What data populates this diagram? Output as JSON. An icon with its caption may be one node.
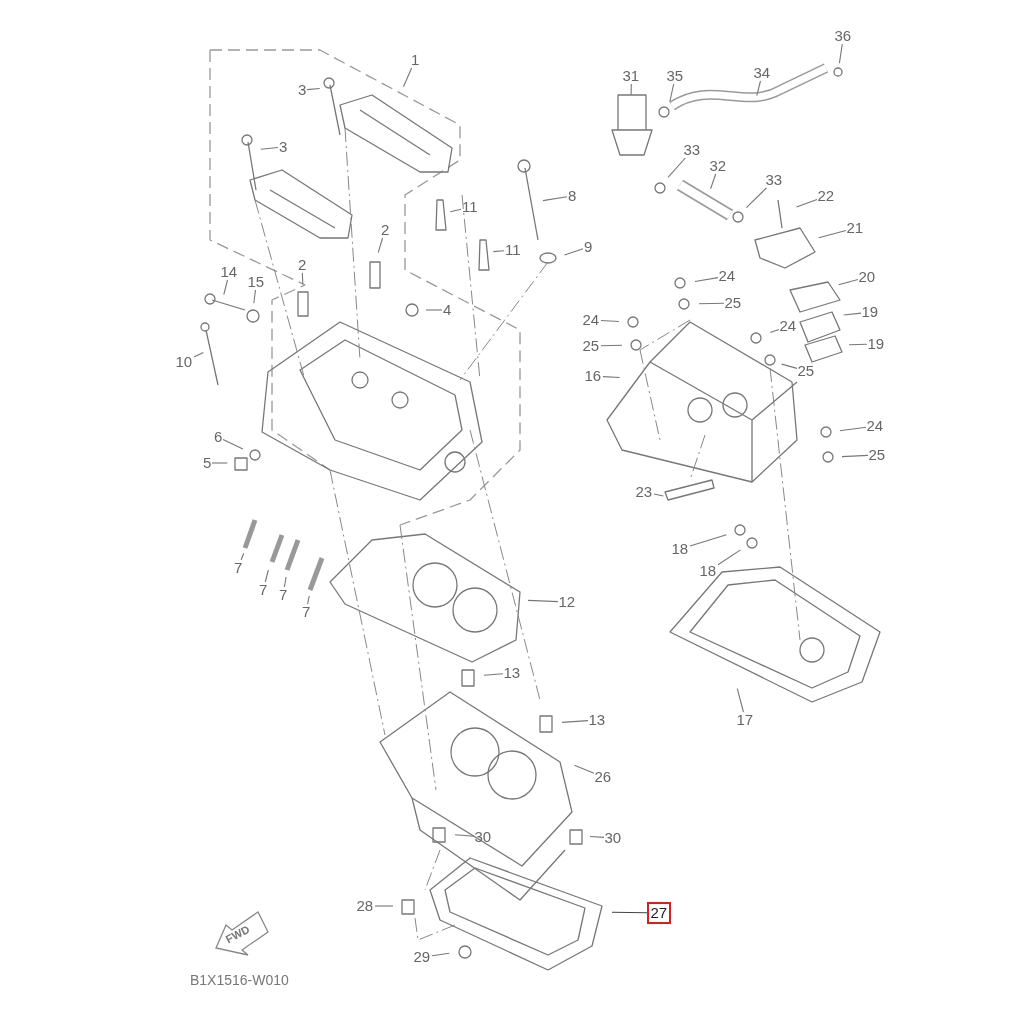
{
  "diagram": {
    "nodes": [
      {
        "text": [
          "36"
        ]
      },
      {
        "text": [
          "1"
        ]
      },
      {
        "text": [
          "31"
        ]
      },
      {
        "text": [
          "35"
        ]
      },
      {
        "text": [
          "34"
        ]
      },
      {
        "text": [
          "3"
        ]
      },
      {
        "text": [
          "3"
        ]
      },
      {
        "text": [
          "33"
        ]
      },
      {
        "text": [
          "32"
        ]
      },
      {
        "text": [
          "33"
        ]
      },
      {
        "text": [
          "22"
        ]
      },
      {
        "text": [
          "8"
        ]
      },
      {
        "text": [
          "11"
        ]
      },
      {
        "text": [
          "21"
        ]
      },
      {
        "text": [
          "2"
        ]
      },
      {
        "text": [
          "11"
        ]
      },
      {
        "text": [
          "9"
        ]
      },
      {
        "text": [
          "2"
        ]
      },
      {
        "text": [
          "24"
        ]
      },
      {
        "text": [
          "20"
        ]
      },
      {
        "text": [
          "14"
        ]
      },
      {
        "text": [
          "15"
        ]
      },
      {
        "text": [
          "25"
        ]
      },
      {
        "text": [
          "4"
        ]
      },
      {
        "text": [
          "19"
        ]
      },
      {
        "text": [
          "24"
        ]
      },
      {
        "text": [
          "24"
        ]
      },
      {
        "text": [
          "25"
        ]
      },
      {
        "text": [
          "19"
        ]
      },
      {
        "text": [
          "10"
        ]
      },
      {
        "text": [
          "16"
        ]
      },
      {
        "text": [
          "25"
        ]
      },
      {
        "text": [
          "24"
        ]
      },
      {
        "text": [
          "6"
        ]
      },
      {
        "text": [
          "25"
        ]
      },
      {
        "text": [
          "5"
        ]
      },
      {
        "text": [
          "23"
        ]
      },
      {
        "text": [
          "18"
        ]
      },
      {
        "text": [
          "7"
        ]
      },
      {
        "text": [
          "18"
        ]
      },
      {
        "text": [
          "7"
        ]
      },
      {
        "text": [
          "7"
        ]
      },
      {
        "text": [
          "12"
        ]
      },
      {
        "text": [
          "7"
        ]
      },
      {
        "text": [
          "13"
        ]
      },
      {
        "text": [
          "17"
        ]
      },
      {
        "text": [
          "13"
        ]
      },
      {
        "text": [
          "26"
        ]
      },
      {
        "text": [
          "30"
        ]
      },
      {
        "text": [
          "30"
        ]
      },
      {
        "text": [
          "28"
        ]
      },
      {
        "text": [
          "27"
        ]
      },
      {
        "text": [
          "29"
        ]
      }
    ],
    "edges": [
      {
        "from": 0,
        "to": null,
        "arrow": "none"
      },
      {
        "from": 1,
        "to": null,
        "arrow": "none"
      },
      {
        "from": 2,
        "to": null,
        "arrow": "none"
      },
      {
        "from": 3,
        "to": null,
        "arrow": "none"
      },
      {
        "from": 4,
        "to": null,
        "arrow": "none"
      },
      {
        "from": 5,
        "to": null,
        "arrow": "none"
      },
      {
        "from": 6,
        "to": null,
        "arrow": "none"
      },
      {
        "from": 7,
        "to": null,
        "arrow": "none"
      },
      {
        "from": 8,
        "to": null,
        "arrow": "none"
      },
      {
        "from": 9,
        "to": null,
        "arrow": "none"
      },
      {
        "from": 10,
        "to": null,
        "arrow": "none"
      },
      {
        "from": 11,
        "to": null,
        "arrow": "none"
      },
      {
        "from": 12,
        "to": null,
        "arrow": "none"
      },
      {
        "from": 13,
        "to": null,
        "arrow": "none"
      },
      {
        "from": 14,
        "to": null,
        "arrow": "none"
      },
      {
        "from": 15,
        "to": null,
        "arrow": "none"
      },
      {
        "from": 16,
        "to": null,
        "arrow": "none"
      },
      {
        "from": 17,
        "to": null,
        "arrow": "none"
      },
      {
        "from": 18,
        "to": null,
        "arrow": "none"
      },
      {
        "from": 19,
        "to": null,
        "arrow": "none"
      },
      {
        "from": 20,
        "to": null,
        "arrow": "none"
      },
      {
        "from": 21,
        "to": null,
        "arrow": "none"
      },
      {
        "from": 22,
        "to": null,
        "arrow": "none"
      },
      {
        "from": 23,
        "to": null,
        "arrow": "none"
      },
      {
        "from": 24,
        "to": null,
        "arrow": "none"
      },
      {
        "from": 25,
        "to": null,
        "arrow": "none"
      },
      {
        "from": 26,
        "to": null,
        "arrow": "none"
      },
      {
        "from": 27,
        "to": null,
        "arrow": "none"
      },
      {
        "from": 28,
        "to": null,
        "arrow": "none"
      },
      {
        "from": 29,
        "to": null,
        "arrow": "none"
      },
      {
        "from": 30,
        "to": null,
        "arrow": "none"
      },
      {
        "from": 31,
        "to": null,
        "arrow": "none"
      },
      {
        "from": 32,
        "to": null,
        "arrow": "none"
      },
      {
        "from": 33,
        "to": null,
        "arrow": "none"
      },
      {
        "from": 34,
        "to": null,
        "arrow": "none"
      },
      {
        "from": 35,
        "to": null,
        "arrow": "none"
      },
      {
        "from": 36,
        "to": null,
        "arrow": "none"
      },
      {
        "from": 37,
        "to": null,
        "arrow": "none"
      },
      {
        "from": 38,
        "to": null,
        "arrow": "none"
      },
      {
        "from": 39,
        "to": null,
        "arrow": "none"
      },
      {
        "from": 40,
        "to": null,
        "arrow": "none"
      },
      {
        "from": 41,
        "to": null,
        "arrow": "none"
      },
      {
        "from": 42,
        "to": null,
        "arrow": "none"
      },
      {
        "from": 43,
        "to": null,
        "arrow": "none"
      },
      {
        "from": 44,
        "to": null,
        "arrow": "none"
      },
      {
        "from": 45,
        "to": null,
        "arrow": "none"
      },
      {
        "from": 46,
        "to": null,
        "arrow": "none"
      },
      {
        "from": 47,
        "to": null,
        "arrow": "none"
      },
      {
        "from": 48,
        "to": null,
        "arrow": "none"
      },
      {
        "from": 49,
        "to": null,
        "arrow": "none"
      },
      {
        "from": 50,
        "to": null,
        "arrow": "none"
      },
      {
        "from": 51,
        "to": null,
        "arrow": "none"
      },
      {
        "from": 52,
        "to": null,
        "arrow": "none"
      }
    ],
    "labels": [
      "FWD",
      "B1X1516-W010"
    ]
  }
}
